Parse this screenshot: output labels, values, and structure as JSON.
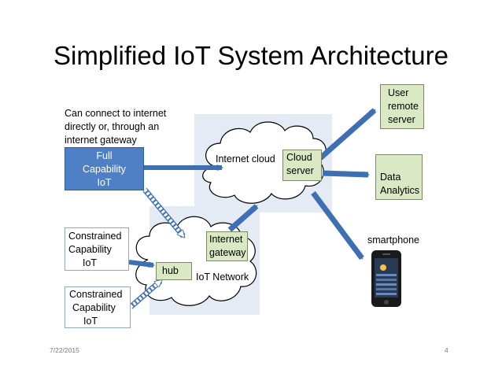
{
  "title": "Simplified IoT System Architecture",
  "note": [
    "Can connect to internet",
    "directly or, through an",
    "internet gateway"
  ],
  "nodes": {
    "full_iot": [
      "Full",
      "Capability",
      "IoT"
    ],
    "constrained_1": [
      "Constrained",
      "Capability",
      "IoT"
    ],
    "constrained_2": [
      "Constrained",
      "Capability",
      "IoT"
    ],
    "hub": "hub",
    "internet_gateway": [
      "Internet",
      "gateway"
    ],
    "cloud_server": [
      "Cloud",
      "server"
    ],
    "user_remote_server": [
      "User",
      "remote",
      "server"
    ],
    "data_analytics": [
      "Data",
      "Analytics"
    ]
  },
  "labels": {
    "internet_cloud": "Internet cloud",
    "iot_network": "IoT Network",
    "smartphone": "smartphone"
  },
  "footer": {
    "date": "7/22/2015",
    "page": "4"
  },
  "colors": {
    "arrow": "#3f6fb3",
    "full_iot_fill": "#4f7fc4",
    "node_fill": "#dbe8c4",
    "backdrop": "#e4ebf5"
  },
  "icons": [
    "cloud-shape",
    "smartphone-icon",
    "arrow"
  ]
}
